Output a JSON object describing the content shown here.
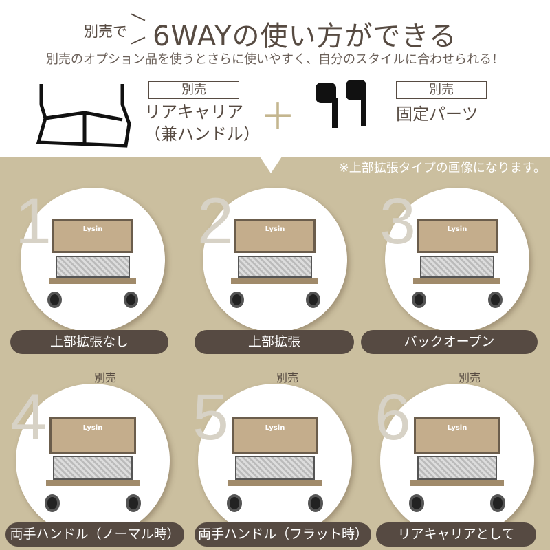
{
  "header": {
    "title_prefix": "別売で",
    "title": "6WAYの使い方ができる",
    "subtitle": "別売のオプション品を使うとさらに使いやすく、自分のスタイルに合わせられる！"
  },
  "options": [
    {
      "tag": "別売",
      "name_line1": "リアキャリア",
      "name_line2": "（兼ハンドル）"
    },
    {
      "tag": "別売",
      "name_line1": "固定パーツ"
    }
  ],
  "plus": "＋",
  "note": "※上部拡張タイプの画像になります。",
  "brand": "Lysin",
  "modes": [
    {
      "number": "1",
      "label": "上部拡張なし"
    },
    {
      "number": "2",
      "label": "上部拡張"
    },
    {
      "number": "3",
      "label": "バックオープン"
    },
    {
      "number": "4",
      "label": "両手ハンドル（ノーマル時）",
      "tag": "別売"
    },
    {
      "number": "5",
      "label": "両手ハンドル（フラット時）",
      "tag": "別売"
    },
    {
      "number": "6",
      "label": "リアキャリアとして",
      "tag": "別売"
    }
  ],
  "colors": {
    "background": "#cbbf9f",
    "pill": "#564a42",
    "text": "#574b42"
  }
}
